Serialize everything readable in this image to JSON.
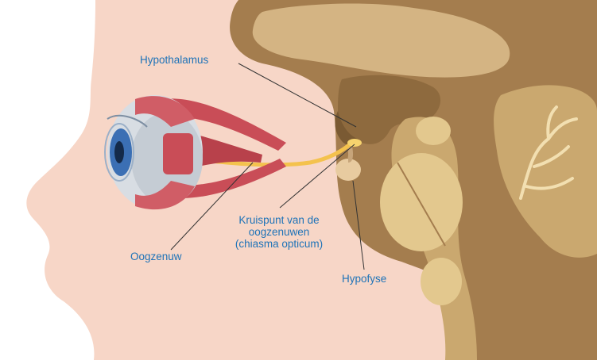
{
  "labels": {
    "hypothalamus": "Hypothalamus",
    "kruispunt_line1": "Kruispunt van de",
    "kruispunt_line2": "oogzenuwen",
    "kruispunt_line3": "(chiasma opticum)",
    "oogzenuw": "Oogzenuw",
    "hypofyse": "Hypofyse"
  },
  "colors": {
    "skin": "#f7d6c7",
    "brain_dark": "#a47d4e",
    "brain_mid": "#c9a77a",
    "brain_light": "#e8cf92",
    "optic_nerve": "#f4c24d",
    "muscle": "#c94d57",
    "eyeball": "#d8dde3",
    "iris": "#3b6fb4",
    "label_text": "#1e73b8",
    "leader_line": "#333333"
  }
}
